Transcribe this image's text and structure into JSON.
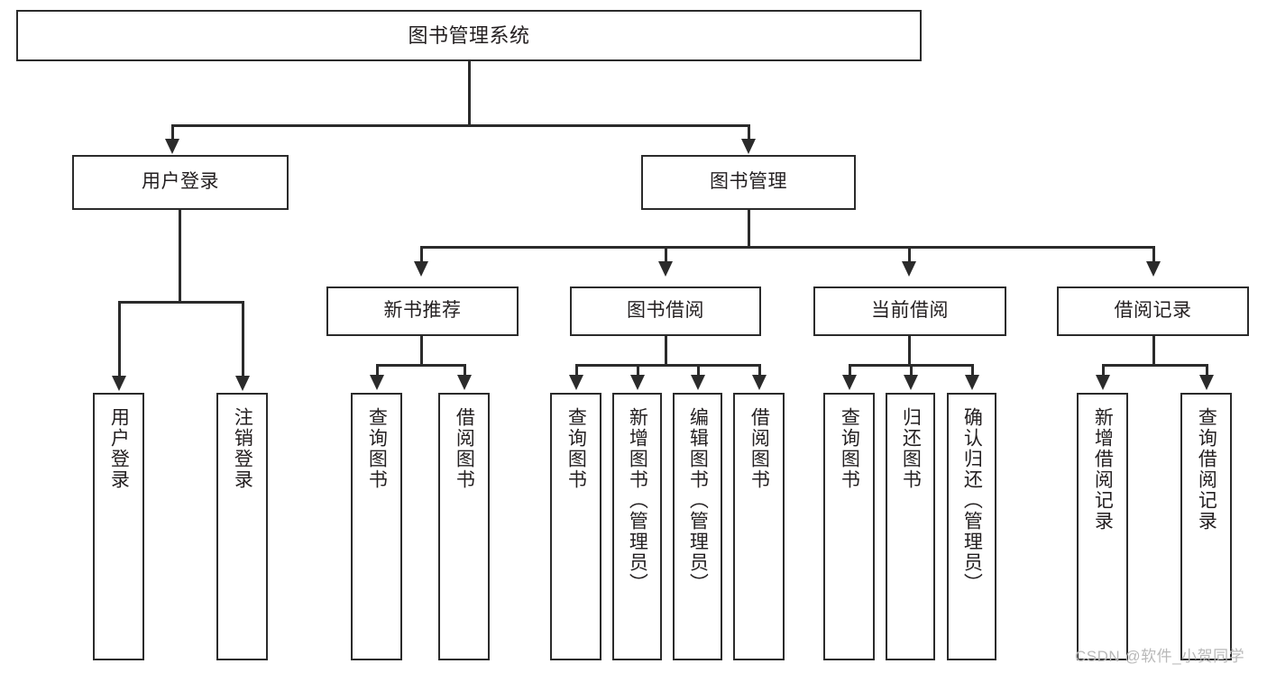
{
  "diagram": {
    "type": "tree-hierarchy-chart",
    "title": "图书管理系统",
    "levels": 4,
    "colors": {
      "stroke": "#2b2b2b",
      "fill": "#ffffff",
      "text": "#231f20",
      "watermark": "#b9b9b9"
    },
    "nodes": {
      "root": {
        "label": "图书管理系统"
      },
      "level2": [
        {
          "id": "user-login",
          "label": "用户登录"
        },
        {
          "id": "book-manage",
          "label": "图书管理"
        }
      ],
      "level3": [
        {
          "id": "new-book-recommend",
          "label": "新书推荐"
        },
        {
          "id": "book-borrow",
          "label": "图书借阅"
        },
        {
          "id": "current-borrow",
          "label": "当前借阅"
        },
        {
          "id": "borrow-record",
          "label": "借阅记录"
        }
      ],
      "leaves": [
        {
          "id": "leaf-user-login",
          "label": "用户登录",
          "parent": "user-login"
        },
        {
          "id": "leaf-user-logout",
          "label": "注销登录",
          "parent": "user-login"
        },
        {
          "id": "leaf-query-book-1",
          "label": "查询图书",
          "parent": "new-book-recommend"
        },
        {
          "id": "leaf-borrow-book-1",
          "label": "借阅图书",
          "parent": "new-book-recommend"
        },
        {
          "id": "leaf-query-book-2",
          "label": "查询图书",
          "parent": "book-borrow"
        },
        {
          "id": "leaf-add-book",
          "label": "新增图书（管理员）",
          "parent": "book-borrow"
        },
        {
          "id": "leaf-edit-book",
          "label": "编辑图书（管理员）",
          "parent": "book-borrow"
        },
        {
          "id": "leaf-borrow-book-2",
          "label": "借阅图书",
          "parent": "book-borrow"
        },
        {
          "id": "leaf-query-book-3",
          "label": "查询图书",
          "parent": "current-borrow"
        },
        {
          "id": "leaf-return-book",
          "label": "归还图书",
          "parent": "current-borrow"
        },
        {
          "id": "leaf-confirm-return",
          "label": "确认归还（管理员）",
          "parent": "current-borrow"
        },
        {
          "id": "leaf-add-borrow-record",
          "label": "新增借阅记录",
          "parent": "borrow-record"
        },
        {
          "id": "leaf-query-borrow-record",
          "label": "查询借阅记录",
          "parent": "borrow-record"
        }
      ]
    },
    "watermark": "CSDN @软件_小贺同学"
  }
}
